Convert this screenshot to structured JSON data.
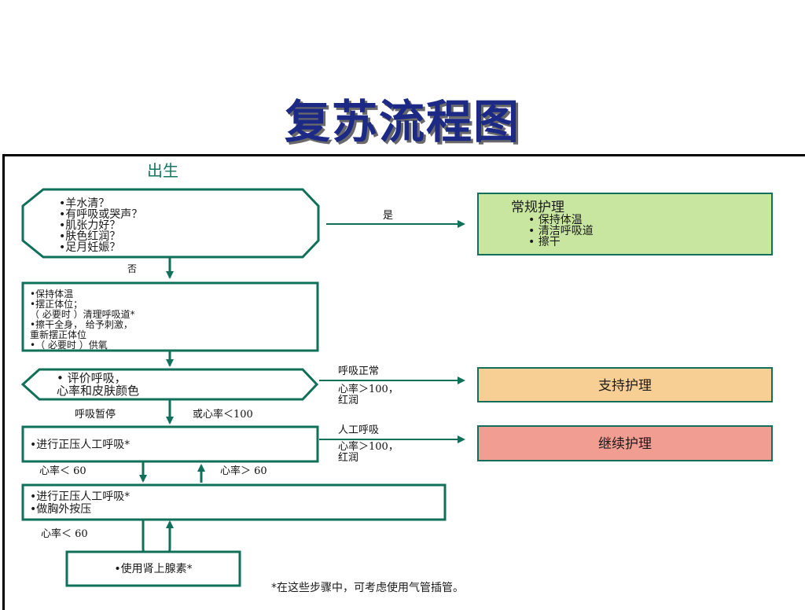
{
  "title": "复苏流程图",
  "start": "出生",
  "assess1": {
    "lines": [
      "•羊水清？",
      "•有呼吸或哭声？",
      "•肌张力好？",
      "•肤色红润？",
      "•足月妊娠？"
    ],
    "yes_label": "是",
    "no_label": "否"
  },
  "routine_care": {
    "title": "常规护理",
    "items": [
      "•  保持体温",
      "•  清洁呼吸道",
      "•  擦干"
    ],
    "color": "#c8e6a0"
  },
  "initial_steps": {
    "lines": [
      "•保持体温",
      "•摆正体位；",
      "（ 必要时 ）清理呼吸道*",
      "•擦干全身，  给予刺激，",
      "  重新摆正体位",
      "•（ 必要时 ）供氧"
    ]
  },
  "evaluate": {
    "lines": [
      "•  评价呼吸，",
      "   心率和皮肤颜色"
    ],
    "normal_label": "呼吸正常",
    "normal_cond": [
      "心率＞100，",
      "红润"
    ],
    "apnea_label": "呼吸暂停",
    "or_hr_label": "或心率＜100"
  },
  "support_care": {
    "label": "支持护理",
    "color": "#f7cf94"
  },
  "ppv": {
    "label": "•进行正压人工呼吸*",
    "breathing_label": "人工呼吸",
    "cond": [
      "心率＞100，",
      "红润"
    ],
    "hr_low": "心率＜ 60",
    "hr_high": "心率＞ 60"
  },
  "continue_care": {
    "label": "继续护理",
    "color": "#f29d92"
  },
  "ppv_cpr": {
    "lines": [
      "•进行正压人工呼吸*",
      "•做胸外按压"
    ],
    "hr_low": "心率＜ 60"
  },
  "epinephrine": {
    "label": "•使用肾上腺素*"
  },
  "footnote": "*在这些步骤中，可考虑使用气管插管。",
  "colors": {
    "line": "#10705a",
    "title": "#1c2a86"
  }
}
